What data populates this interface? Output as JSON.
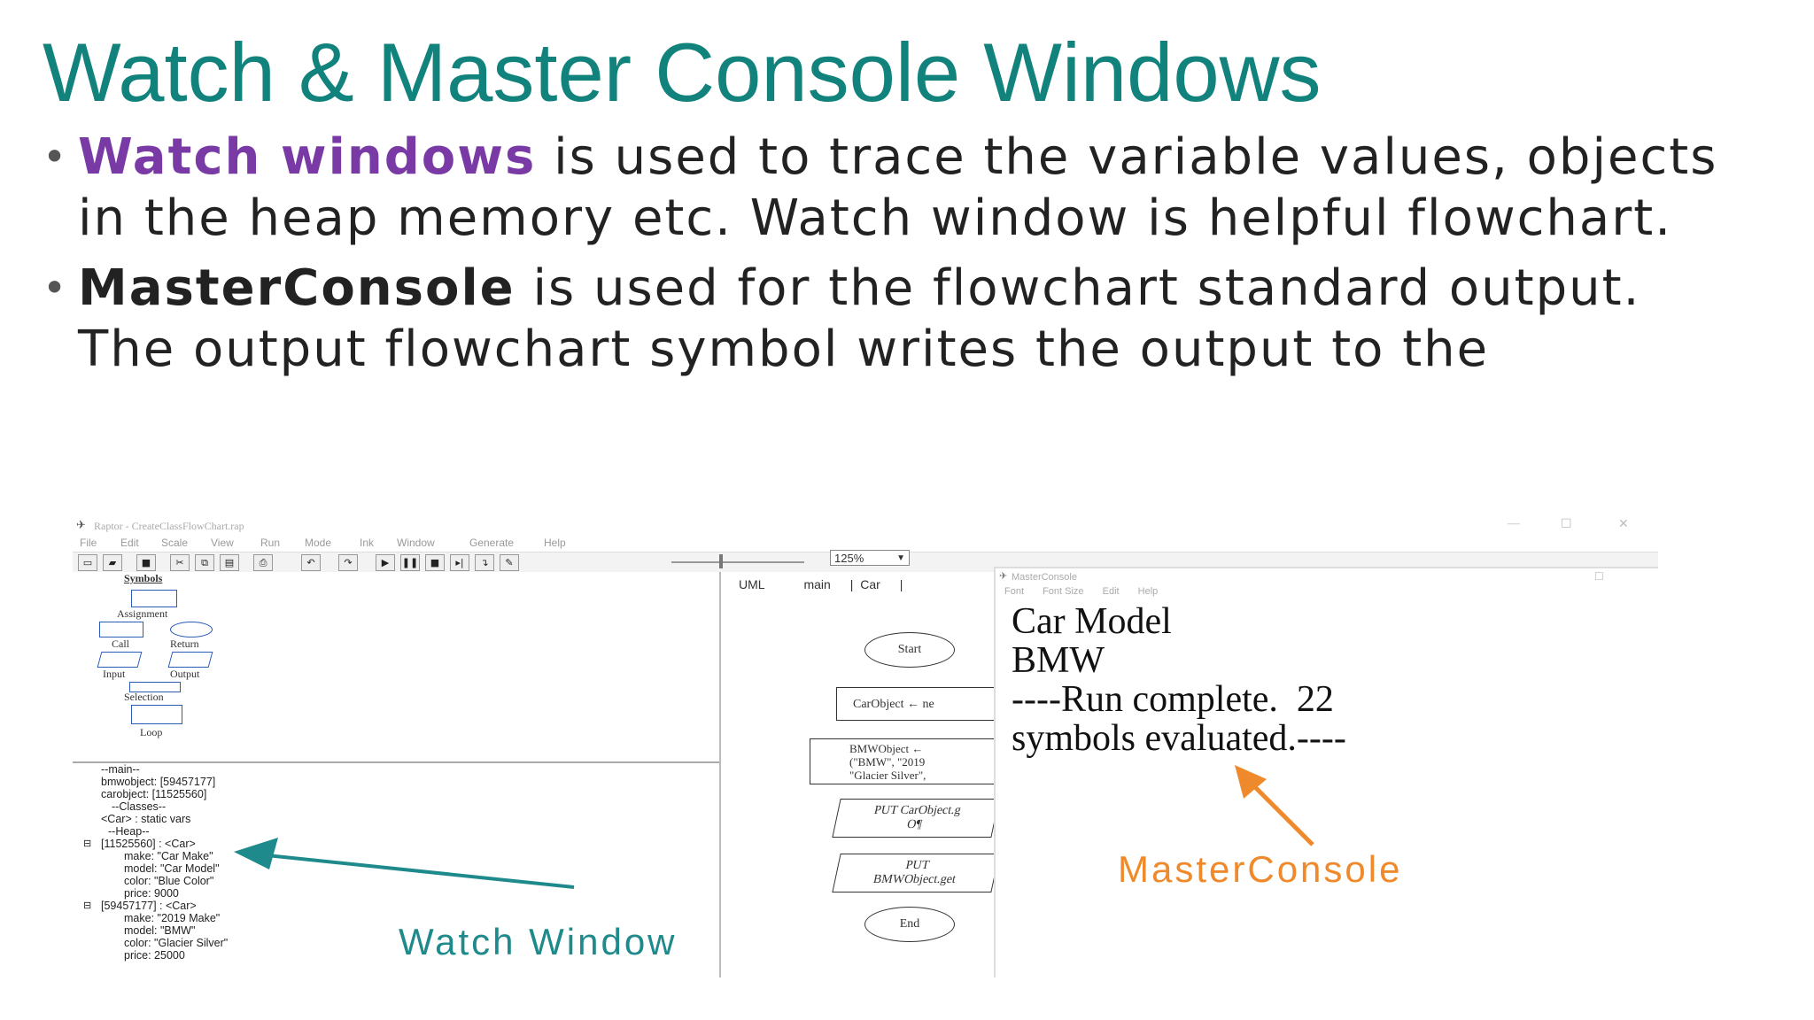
{
  "slide": {
    "title": "Watch & Master Console Windows",
    "bullet1": {
      "highlight": "Watch windows",
      "rest": " is used to trace the variable values, objects in the heap memory etc. Watch window is helpful flowchart."
    },
    "bullet2": {
      "highlight": "MasterConsole",
      "rest": " is used for the flowchart standard output. The output flowchart symbol writes the output to the"
    }
  },
  "raptor": {
    "window_title": "Raptor - CreateClassFlowChart.rap",
    "menu": [
      "File",
      "Edit",
      "Scale",
      "View",
      "Run",
      "Mode",
      "Ink",
      "Window",
      "Generate",
      "Help"
    ],
    "zoom_value": "125%",
    "symbols_header": "Symbols",
    "symbols": [
      "Assignment",
      "Call",
      "Return",
      "Input",
      "Output",
      "Selection",
      "Loop"
    ],
    "tabs": [
      "UML",
      "main",
      "Car"
    ],
    "watch_lines": [
      "--main--",
      "bmwobject: [59457177]",
      "carobject: [11525560]",
      "--Classes--",
      "<Car> : static vars",
      "--Heap--",
      "[11525560] : <Car>",
      "make: \"Car Make\"",
      "model: \"Car Model\"",
      "color: \"Blue Color\"",
      "price: 9000",
      "[59457177] : <Car>",
      "make: \"2019 Make\"",
      "model: \"BMW\"",
      "color: \"Glacier Silver\"",
      "price: 25000"
    ],
    "flow": {
      "start": "Start",
      "assign1": "CarObject ← ne",
      "assign2_l1": "BMWObject ←",
      "assign2_l2": "(\"BMW\", \"2019",
      "assign2_l3": "\"Glacier Silver\",",
      "put1_l1": "PUT CarObject.g",
      "put1_l2": "O¶",
      "put2_l1": "PUT",
      "put2_l2": "BMWObject.get",
      "end": "End"
    }
  },
  "master_console": {
    "title": "MasterConsole",
    "menu": [
      "Font",
      "Font Size",
      "Edit",
      "Help"
    ],
    "output": [
      "Car Model",
      "BMW",
      "----Run complete.  22",
      "symbols evaluated.----"
    ]
  },
  "callouts": {
    "watch": "Watch Window",
    "master": "MasterConsole"
  },
  "colors": {
    "title": "#12827c",
    "highlight": "#7a3aa6",
    "watch_callout": "#1f8a8c",
    "master_callout": "#ef8a2c"
  }
}
